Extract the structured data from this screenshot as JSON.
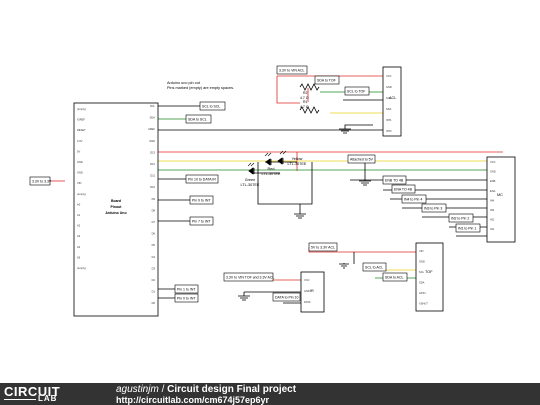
{
  "schematic": {
    "note_line1": "Arduino uno pin out",
    "note_line2": "Pins marked (empty) are empty spaces.",
    "arduino": {
      "name_line1": "Board",
      "name_line2": "Pinout",
      "name_line3": "Arduino Uno",
      "left_pins": [
        "(empty)",
        "IOREF",
        "RESET",
        "3.3V",
        "5V",
        "GND",
        "GND",
        "VIN",
        "(empty)",
        "A0",
        "A1",
        "A2",
        "A3",
        "A4",
        "A5",
        "(empty)"
      ],
      "right_pins": [
        "SCL",
        "SDA",
        "AREF",
        "GND",
        "D13",
        "D12",
        "D11",
        "D10",
        "D9",
        "D8",
        "D7",
        "D6",
        "D5",
        "D4",
        "D3",
        "D2",
        "D1",
        "D0"
      ]
    },
    "labels": {
      "in_33v": "3.3V to 3.3V",
      "scl_to_scl": "SCL to SCL",
      "sda_to_scl": "SDA to SCL",
      "pin10_data": "Pin 10 to DATA IR",
      "pin9_int": "Pin 9 to INT",
      "pin7_int": "Pin 7 to INT",
      "pin1_int": "Pin 1 to INT",
      "pin0_int": "Pin 0 to INT",
      "v33_vin_acl": "3.3V to VIN ACL",
      "sda_tof_1": "SDA to TOF",
      "scl_tof_1": "SCL to TOF",
      "attached_5v": "Attached to 5V",
      "enb_to_4b": "ENB TO 4B",
      "ena_to_4b": "ENA TO 4B",
      "in4_pin4": "IN4 to Pin 4",
      "in3_pin3": "IN3 to Pin 3",
      "in2_pin2": "IN2 to Pin 2",
      "in1_pin1": "IN1 to Pin 1",
      "v5_33v_acl": "5V to 3.3V ACL",
      "scl_to_acl": "SCL to ACL",
      "sda_to_acl": "SDA to ACL",
      "v33_vin_tof_acl": "3.3V to VIN TOF and 3.3V ACL",
      "data_pin10": "DATA to Pin 10"
    },
    "resistor_r2_name": "R2",
    "resistor_r2_value": "4.7 Ω",
    "resistor_r1_name": "R1",
    "resistor_r1_value": "4.7 Ω",
    "led_yellow": "Yellow",
    "led_yellow_part": "LTL-307EE",
    "led_red": "Red",
    "led_red_part": "LTL-307EE",
    "led_green": "Green",
    "led_green_part": "LTL-307EE",
    "acl": {
      "name": "ACL",
      "pins": [
        "VCC",
        "GND",
        "SCL",
        "SDA",
        "INT1",
        "INT2"
      ]
    },
    "mc": {
      "name": "MC",
      "pins": [
        "VCC",
        "GND",
        "ENB",
        "ENA",
        "IN4",
        "IN3",
        "IN2",
        "IN1"
      ]
    },
    "tof": {
      "name": "TOF",
      "pins": [
        "VIN",
        "GND",
        "SCL",
        "SDA",
        "GPIO",
        "XSHUT"
      ]
    },
    "ir": {
      "name": "IR",
      "pins": [
        "VCC",
        "GND",
        "DATA"
      ]
    }
  },
  "colors": {
    "red": "#e02a2a",
    "green": "#1f8a1f",
    "yellow": "#e6d21b",
    "black": "#000000",
    "footer": "#333333"
  },
  "footer": {
    "logo_top": "CIRCUIT",
    "logo_bottom": "LAB",
    "author": "agustinjm",
    "separator": " / ",
    "project": "Circuit design Final project",
    "url": "http://circuitlab.com/cm674j57ep6yr"
  }
}
